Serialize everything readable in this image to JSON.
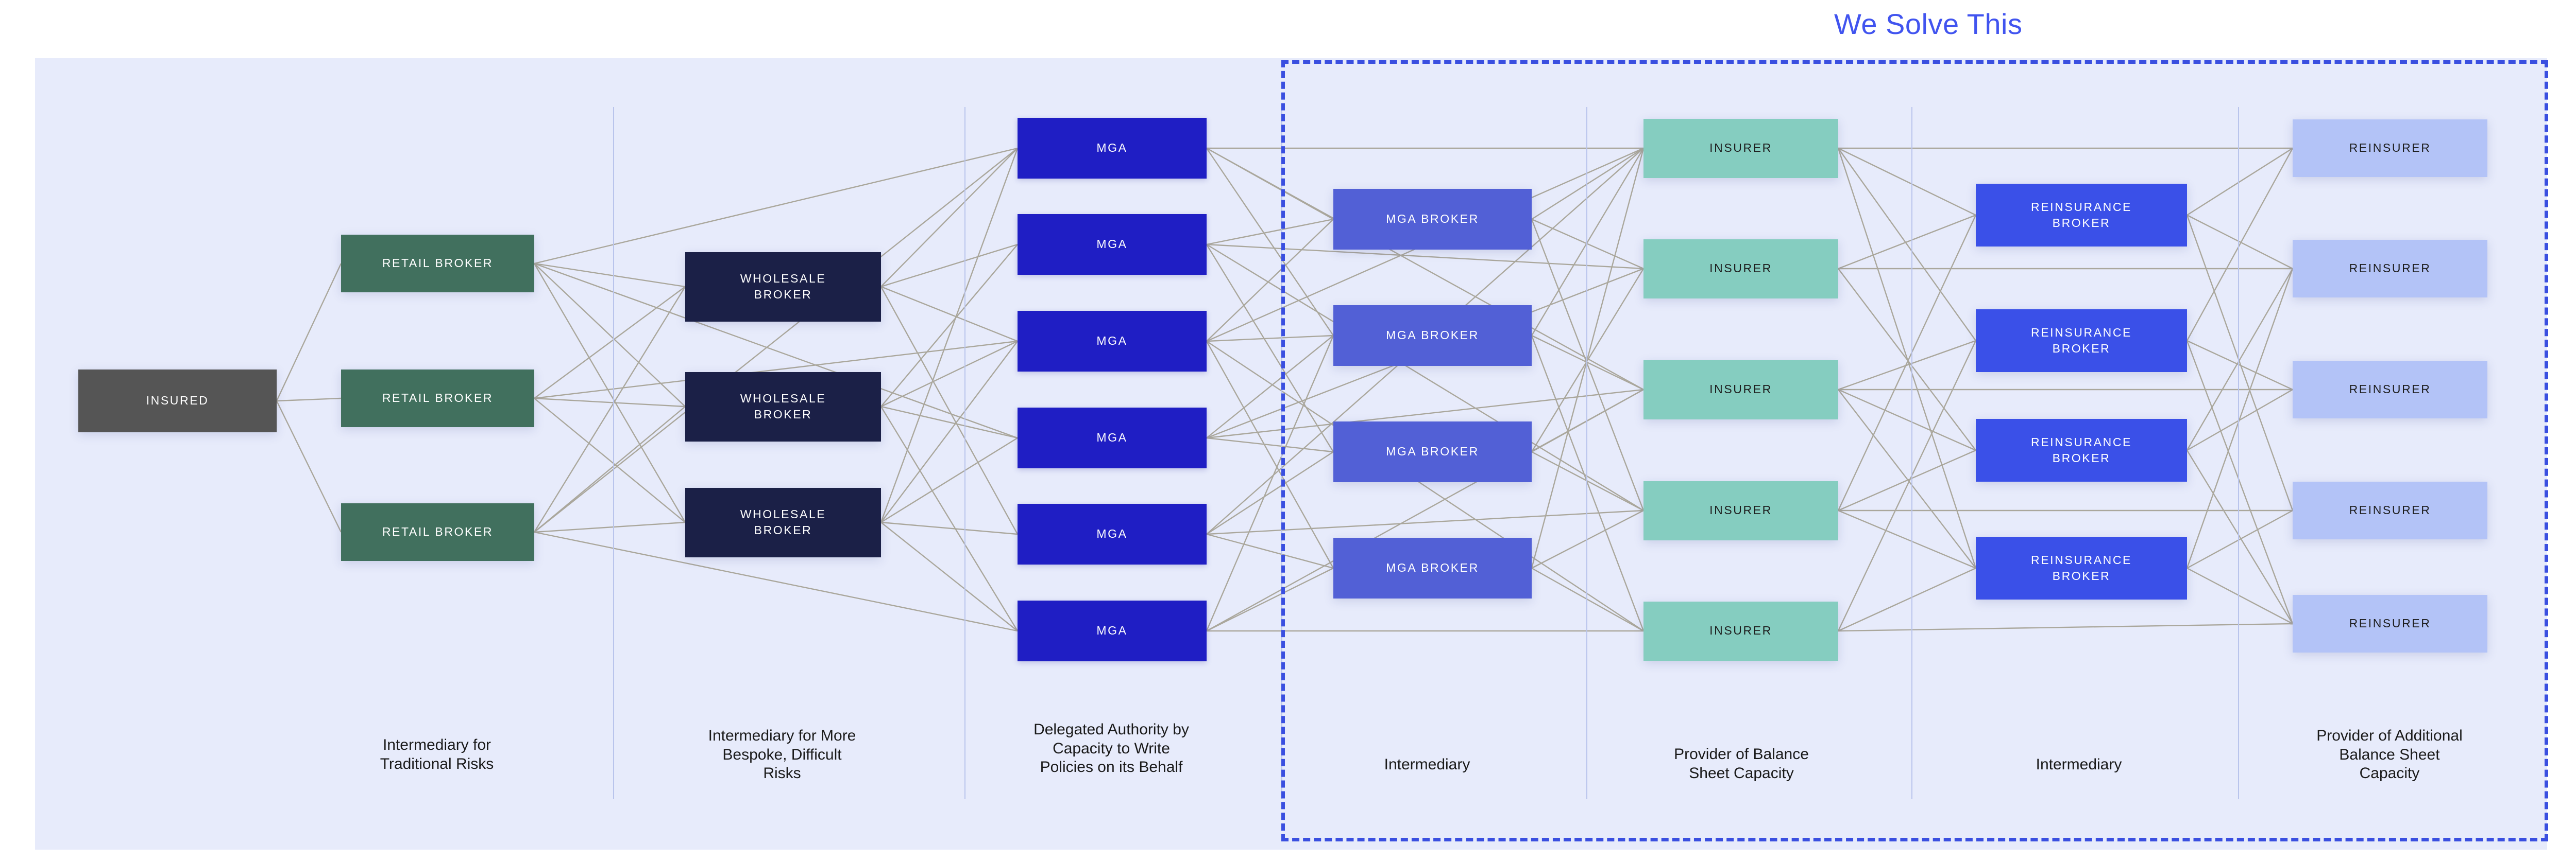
{
  "title": {
    "text": "We Solve This",
    "color": "#4154ef"
  },
  "palette": {
    "background_panel": "#e7ebfb",
    "page_background": "#ffffff",
    "insured": "#555555",
    "retail_broker": "#41705e",
    "wholesale_broker": "#1b2047",
    "mga": "#1f1ec4",
    "mga_broker": "#5260d6",
    "insurer": "#85cdc0",
    "reinsurance_broker": "#3a50e8",
    "reinsurer": "#b3c3f7",
    "connector_line": "#aaa79c",
    "column_divider": "#b9c4ec",
    "highlight_border": "#3a4fe0"
  },
  "columns": [
    {
      "id": "insured",
      "caption": "",
      "nodes": [
        {
          "label": "INSURED"
        }
      ]
    },
    {
      "id": "retail-broker",
      "caption": "Intermediary for\nTraditional Risks",
      "nodes": [
        {
          "label": "RETAIL BROKER"
        },
        {
          "label": "RETAIL BROKER"
        },
        {
          "label": "RETAIL BROKER"
        }
      ]
    },
    {
      "id": "wholesale-broker",
      "caption": "Intermediary for More\nBespoke, Difficult\nRisks",
      "nodes": [
        {
          "label": "WHOLESALE\nBROKER"
        },
        {
          "label": "WHOLESALE\nBROKER"
        },
        {
          "label": "WHOLESALE\nBROKER"
        }
      ]
    },
    {
      "id": "mga",
      "caption": "Delegated Authority by\nCapacity to Write\nPolicies on its Behalf",
      "nodes": [
        {
          "label": "MGA"
        },
        {
          "label": "MGA"
        },
        {
          "label": "MGA"
        },
        {
          "label": "MGA"
        },
        {
          "label": "MGA"
        },
        {
          "label": "MGA"
        }
      ]
    },
    {
      "id": "mga-broker",
      "caption": "Intermediary",
      "nodes": [
        {
          "label": "MGA BROKER"
        },
        {
          "label": "MGA BROKER"
        },
        {
          "label": "MGA BROKER"
        },
        {
          "label": "MGA BROKER"
        }
      ]
    },
    {
      "id": "insurer",
      "caption": "Provider of Balance\nSheet Capacity",
      "nodes": [
        {
          "label": "INSURER"
        },
        {
          "label": "INSURER"
        },
        {
          "label": "INSURER"
        },
        {
          "label": "INSURER"
        },
        {
          "label": "INSURER"
        }
      ]
    },
    {
      "id": "reinsurance-broker",
      "caption": "Intermediary",
      "nodes": [
        {
          "label": "REINSURANCE\nBROKER"
        },
        {
          "label": "REINSURANCE\nBROKER"
        },
        {
          "label": "REINSURANCE\nBROKER"
        },
        {
          "label": "REINSURANCE\nBROKER"
        }
      ]
    },
    {
      "id": "reinsurer",
      "caption": "Provider of Additional\nBalance Sheet\nCapacity",
      "nodes": [
        {
          "label": "REINSURER"
        },
        {
          "label": "REINSURER"
        },
        {
          "label": "REINSURER"
        },
        {
          "label": "REINSURER"
        },
        {
          "label": "REINSURER"
        }
      ]
    }
  ]
}
